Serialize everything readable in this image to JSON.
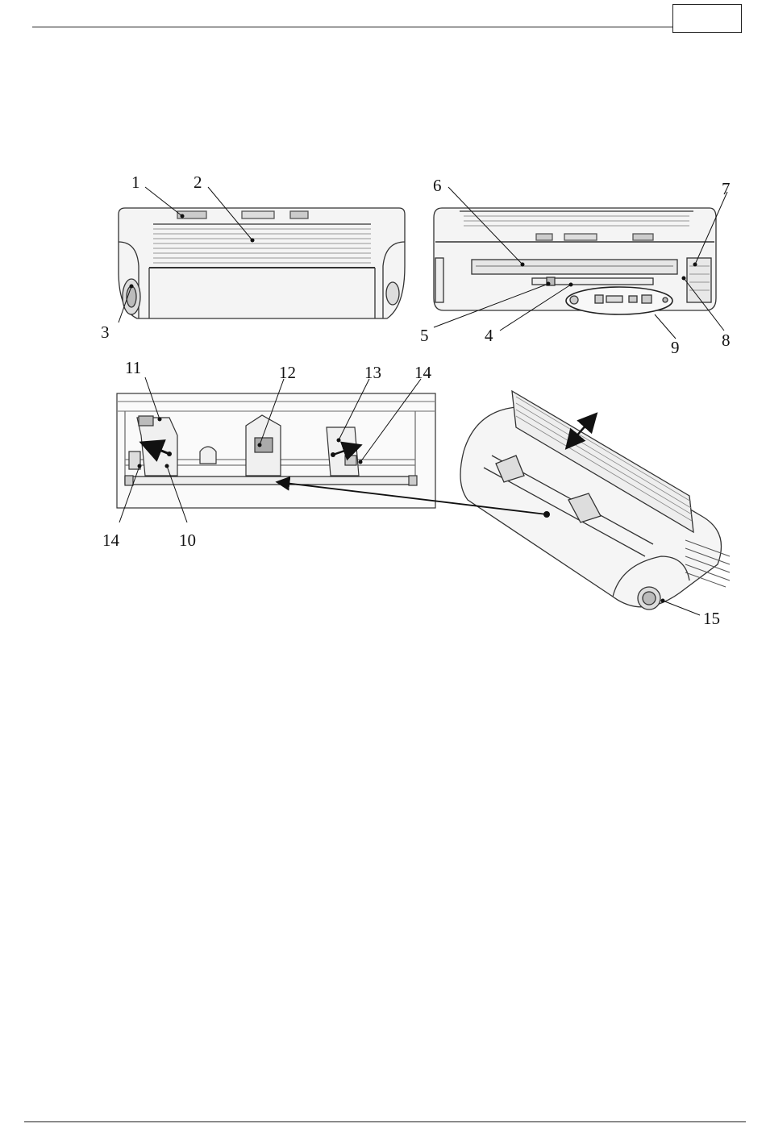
{
  "header": {
    "page_number": ""
  },
  "figure": {
    "callouts": [
      {
        "id": "c1",
        "label": "1"
      },
      {
        "id": "c2",
        "label": "2"
      },
      {
        "id": "c3",
        "label": "3"
      },
      {
        "id": "c4",
        "label": "4"
      },
      {
        "id": "c5",
        "label": "5"
      },
      {
        "id": "c6",
        "label": "6"
      },
      {
        "id": "c7",
        "label": "7"
      },
      {
        "id": "c8",
        "label": "8"
      },
      {
        "id": "c9",
        "label": "9"
      },
      {
        "id": "c10",
        "label": "10"
      },
      {
        "id": "c11",
        "label": "11"
      },
      {
        "id": "c12",
        "label": "12"
      },
      {
        "id": "c13",
        "label": "13"
      },
      {
        "id": "c14a",
        "label": "14"
      },
      {
        "id": "c14b",
        "label": "14"
      },
      {
        "id": "c15",
        "label": "15"
      }
    ]
  }
}
